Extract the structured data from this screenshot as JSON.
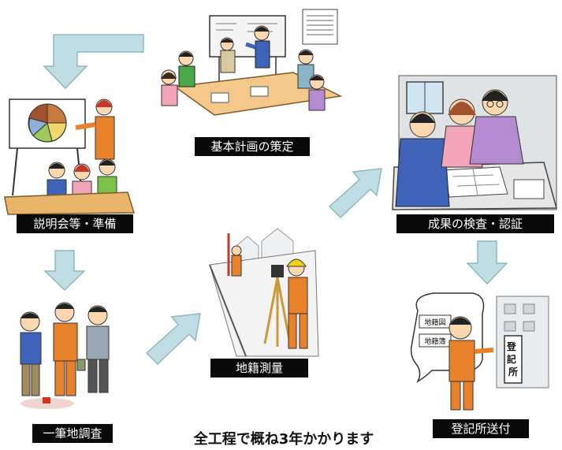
{
  "steps": {
    "basic_plan": "基本計画の策定",
    "briefing": "説明会等・準備",
    "inspection": "成果の検査・認証",
    "cadastral_survey": "地籍測量",
    "parcel_survey": "一筆地調査",
    "registry": "登記所送付"
  },
  "footer": "全工程で概ね3年かかります",
  "signs": {
    "registry_board": "登記所",
    "map_sign": "地籍図",
    "book_sign": "地籍簿"
  },
  "colors": {
    "arrow": "#bfdde2",
    "arrow_stroke": "#8fb8c0",
    "orange_suit": "#e8822a",
    "label_bg": "#0a0a0a"
  }
}
